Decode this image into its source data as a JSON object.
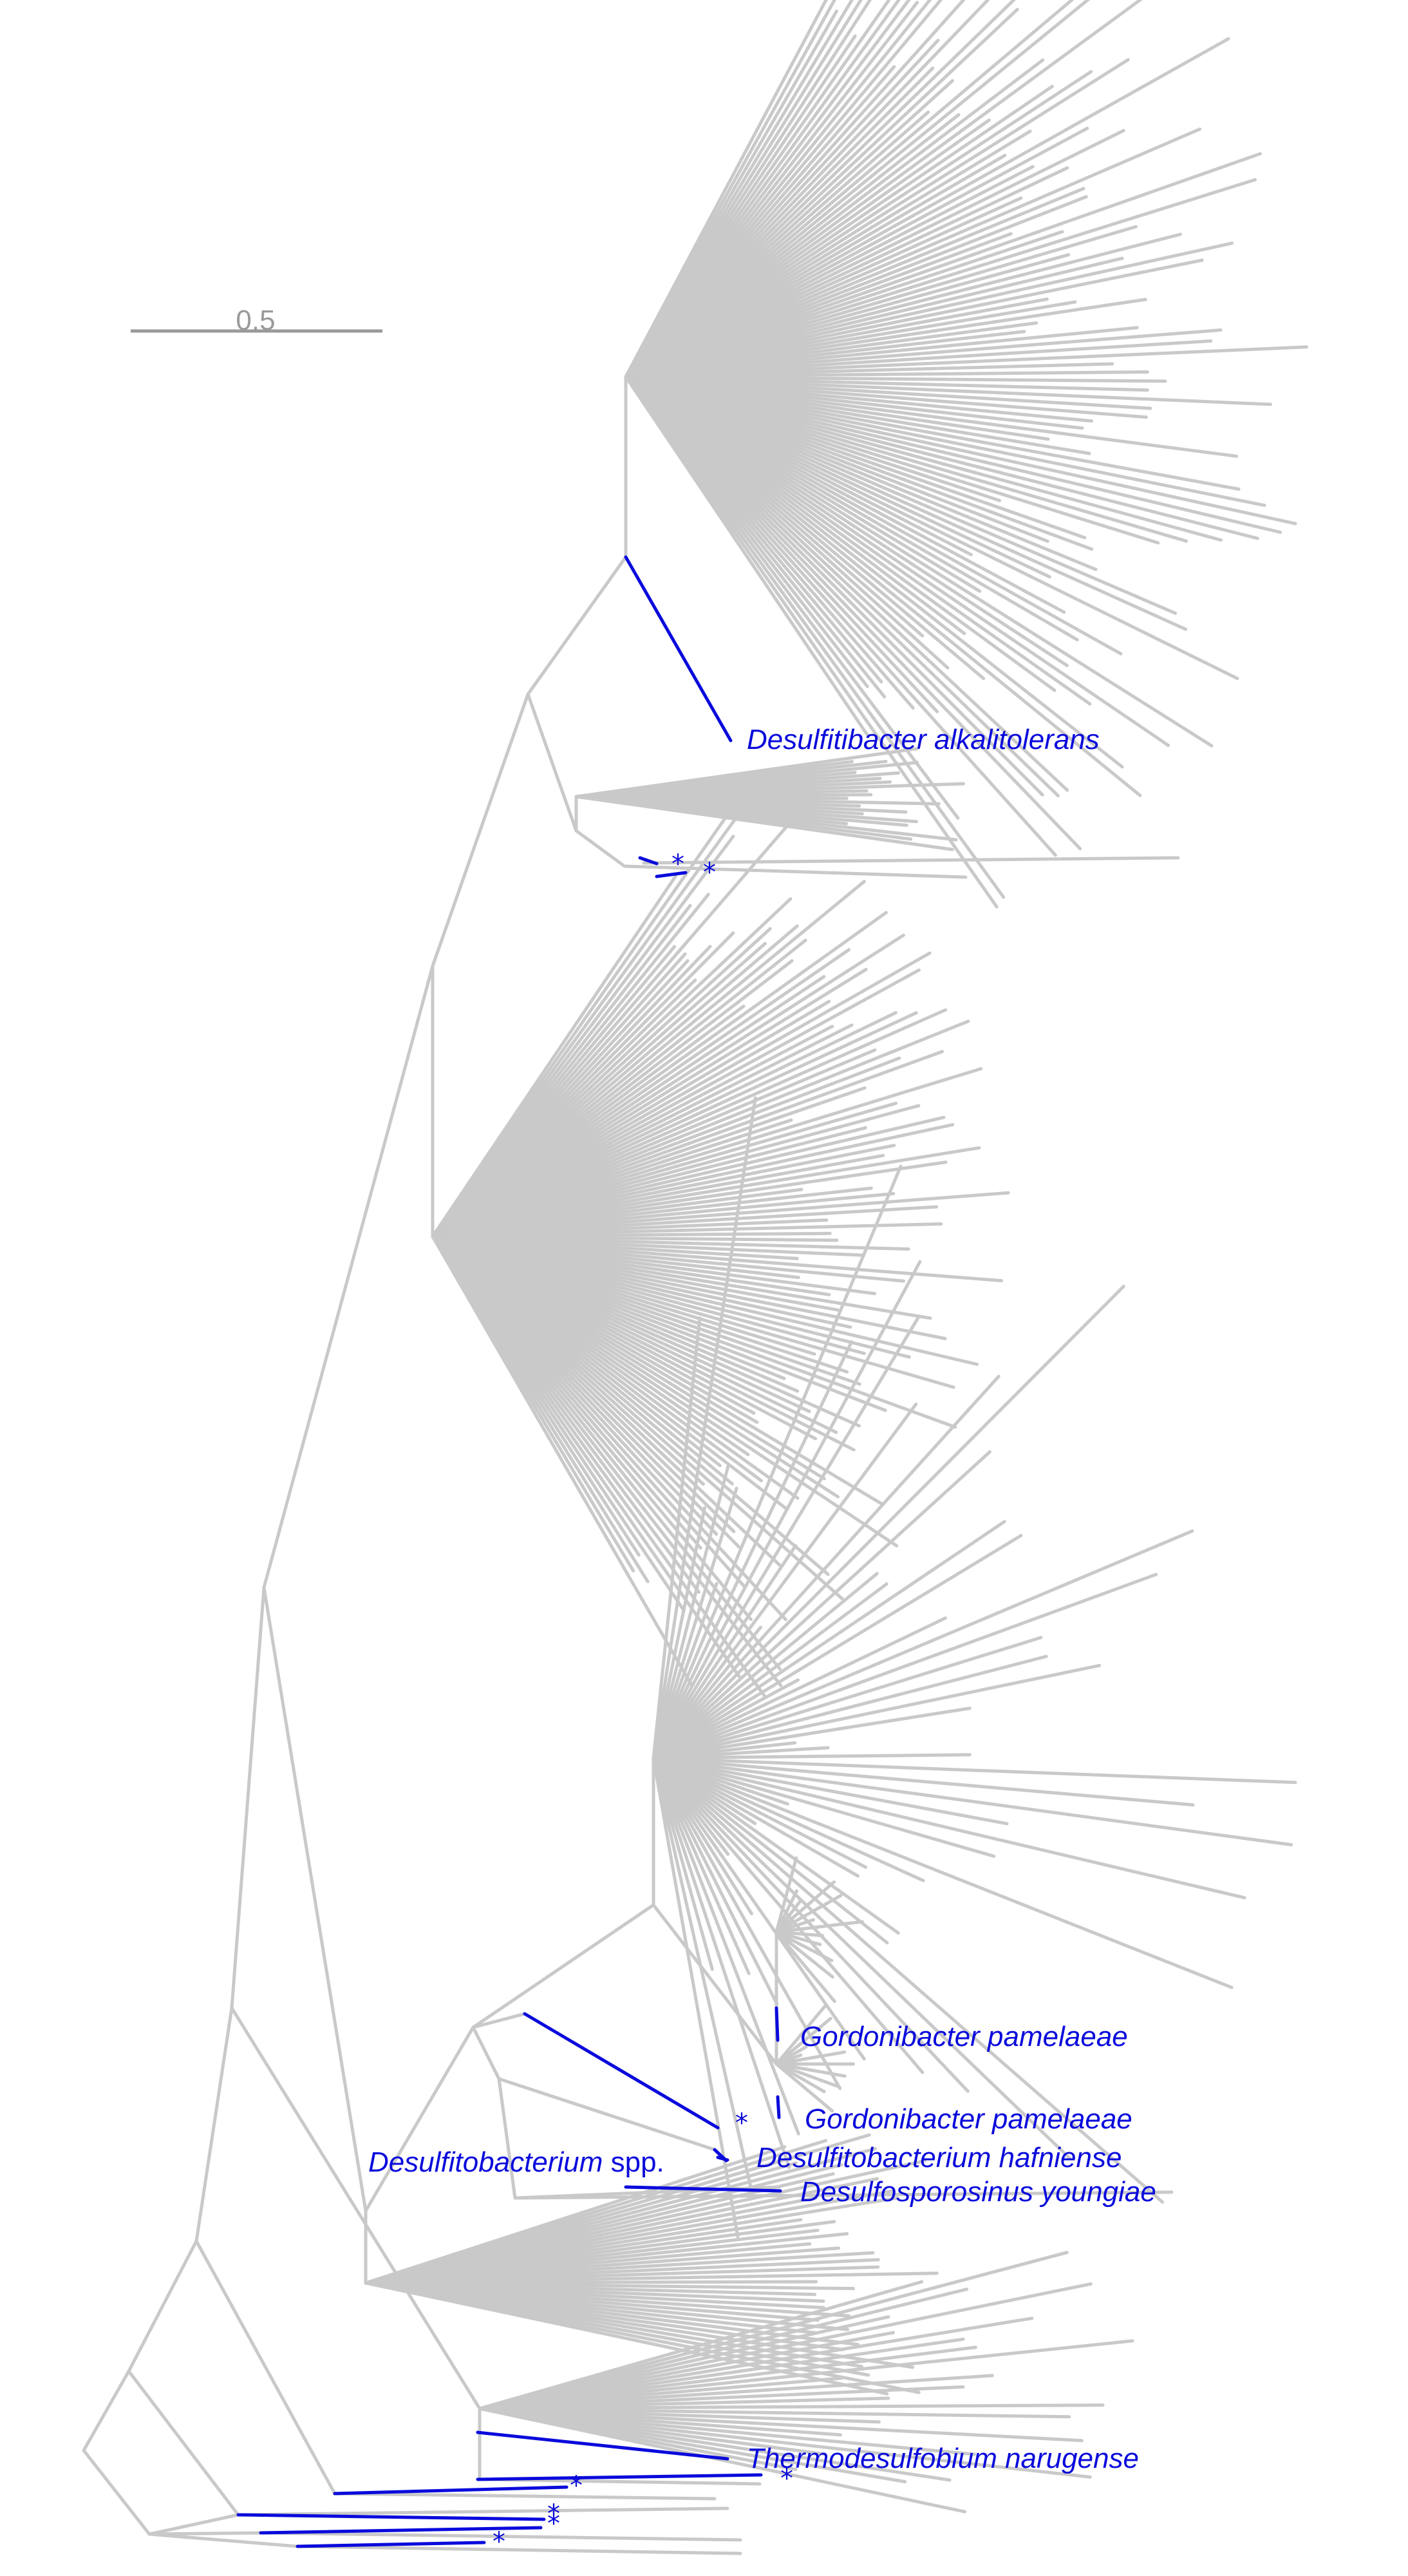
{
  "scale_bar": {
    "label": "0.5"
  },
  "labels": {
    "desulfitibacter": {
      "italic": "Desulfitibacter alkalitolerans",
      "roman": ""
    },
    "gordonibacter_1": {
      "italic": "Gordonibacter pamelaeae",
      "roman": ""
    },
    "gordonibacter_2": {
      "italic": "Gordonibacter pamelaeae",
      "roman": ""
    },
    "desulfitobacterium_spp": {
      "italic": "Desulfitobacterium",
      "roman": " spp."
    },
    "desulfitobacterium_hafniense": {
      "italic": "Desulfitobacterium hafniense",
      "roman": ""
    },
    "desulfosporosinus": {
      "italic": "Desulfosporosinus youngiae",
      "roman": ""
    },
    "thermodesulfobium": {
      "italic": "Thermodesulfobium narugense",
      "roman": ""
    }
  },
  "asterisk": "*",
  "colors": {
    "highlight": "#0a0adc",
    "branch": "#c9c9c9",
    "scale": "#9a9a9a",
    "background": "#ffffff"
  }
}
